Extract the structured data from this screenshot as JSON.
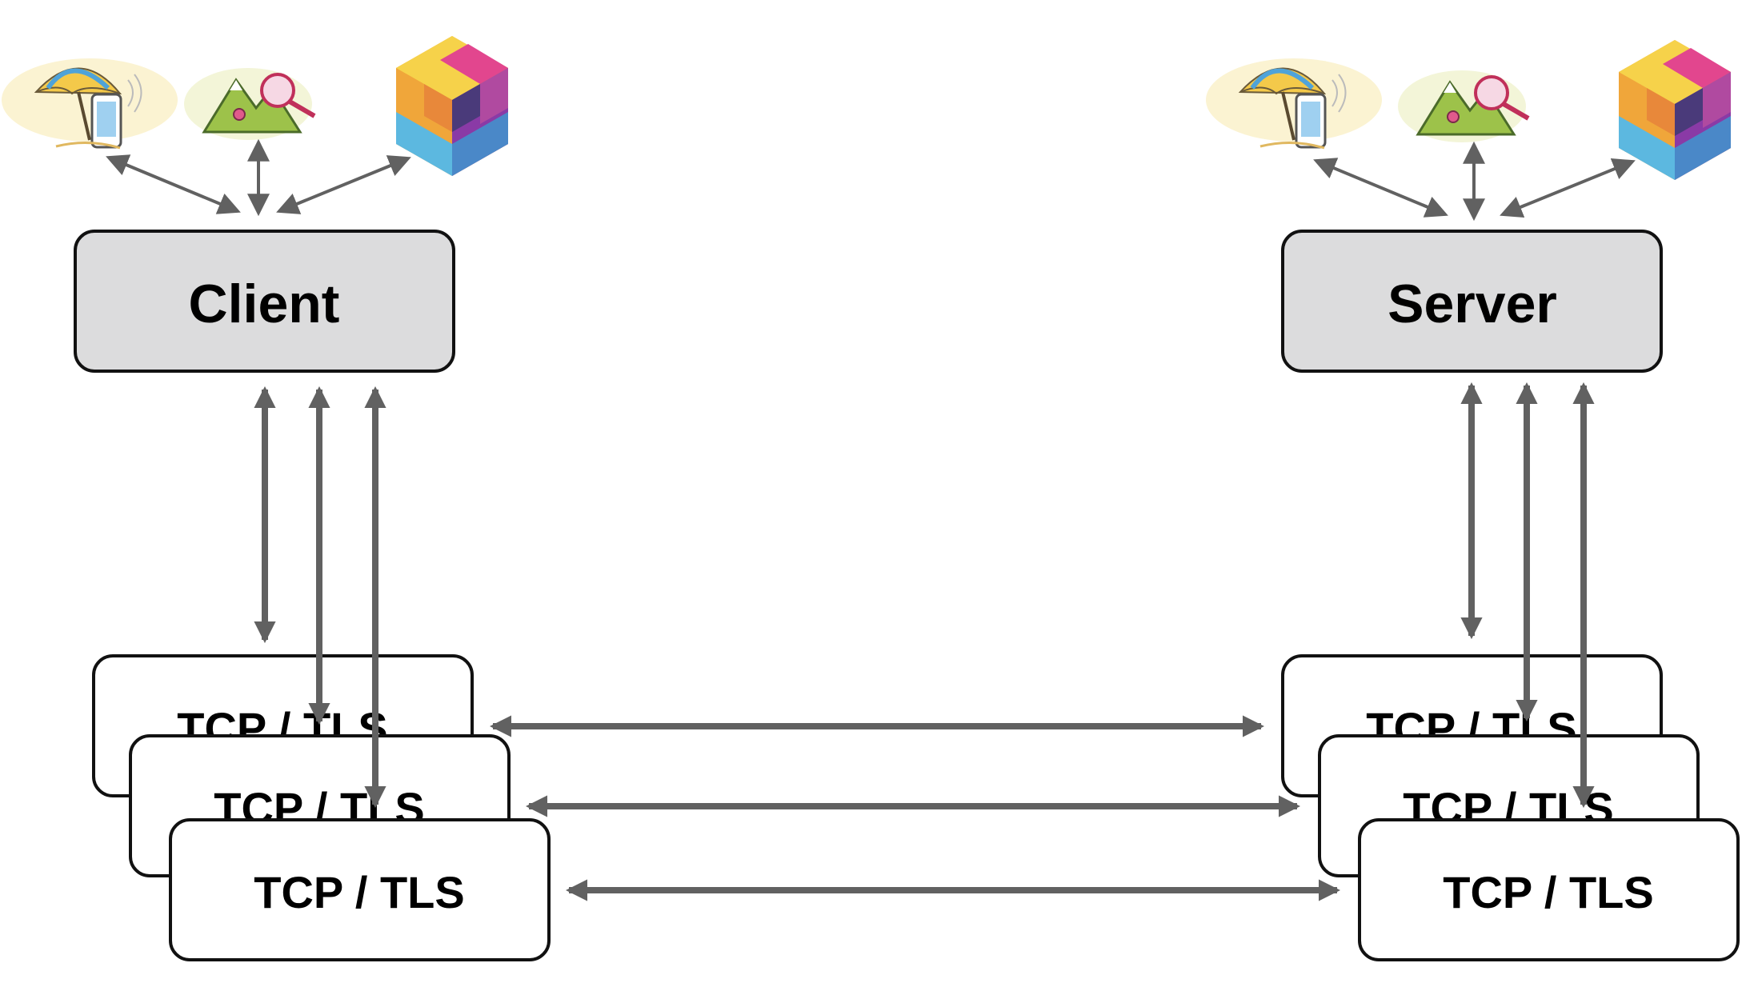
{
  "diagram": {
    "client": {
      "label": "Client",
      "icons": [
        "beach-phone-icon",
        "map-search-icon",
        "cube-stack-icon"
      ],
      "connections": [
        "TCP / TLS",
        "TCP / TLS",
        "TCP / TLS"
      ]
    },
    "server": {
      "label": "Server",
      "icons": [
        "beach-phone-icon",
        "map-search-icon",
        "cube-stack-icon"
      ],
      "connections": [
        "TCP / TLS",
        "TCP / TLS",
        "TCP / TLS"
      ]
    }
  },
  "colors": {
    "arrow": "#616161",
    "box_fill": "#dcdcdd",
    "box_stroke": "#111111",
    "conn_fill": "#ffffff"
  }
}
